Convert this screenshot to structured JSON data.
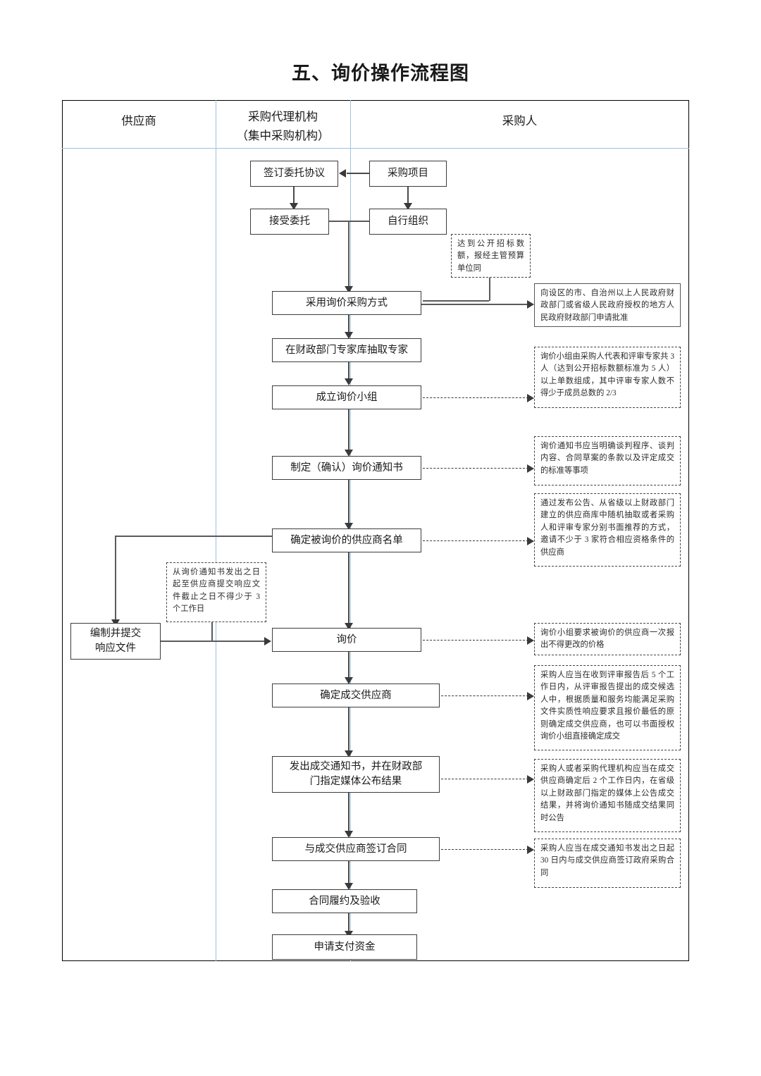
{
  "page": {
    "title": "五、询价操作流程图"
  },
  "lanes": [
    {
      "id": "supplier",
      "label": "供应商",
      "sublabel": ""
    },
    {
      "id": "agency",
      "label": "采购代理机构",
      "sublabel": "（集中采购机构）"
    },
    {
      "id": "purchaser",
      "label": "采购人",
      "sublabel": ""
    }
  ],
  "nodes": {
    "sign_entrust": "签订委托协议",
    "purchase_project": "采购项目",
    "accept_entrust": "接受委托",
    "self_organize": "自行组织",
    "adopt_inquiry": "采用询价采购方式",
    "draw_experts": "在财政部门专家库抽取专家",
    "form_group": "成立询价小组",
    "make_notice": "制定（确认）询价通知书",
    "determine_list": "确定被询价的供应商名单",
    "prepare_response": "编制并提交\n响应文件",
    "prepare_response_l1": "编制并提交",
    "prepare_response_l2": "响应文件",
    "inquiry": "询价",
    "determine_winner": "确定成交供应商",
    "issue_notice_l1": "发出成交通知书，并在财政部",
    "issue_notice_l2": "门指定媒体公布结果",
    "sign_contract": "与成交供应商签订合同",
    "perform_accept": "合同履约及验收",
    "apply_payment": "申请支付资金"
  },
  "notes": {
    "open_tender_amount": "达到公开招标数额，报经主管预算单位同",
    "apply_approval": "向设区的市、自治州以上人民政府财政部门或省级人民政府授权的地方人民政府财政部门申请批准",
    "group_composition": "询价小组由采购人代表和评审专家共 3 人（达到公开招标数额标准为 5 人）以上单数组成，其中评审专家人数不得少于成员总数的 2/3",
    "notice_content": "询价通知书应当明确谈判程序、谈判内容、合同草案的条款以及评定成交的标准等事项",
    "invite_suppliers": "通过发布公告、从省级以上财政部门建立的供应商库中随机抽取或者采购人和评审专家分别书面推荐的方式，邀请不少于 3 家符合相应资格条件的供应商",
    "response_deadline": "从询价通知书发出之日起至供应商提交响应文件截止之日不得少于 3 个工作日",
    "one_time_quote": "询价小组要求被询价的供应商一次报出不得更改的价格",
    "determine_winner_rule": "采购人应当在收到评审报告后 5 个工作日内，从评审报告提出的成交候选人中，根据质量和服务均能满足采购文件实质性响应要求且报价最低的原则确定成交供应商，也可以书面授权询价小组直接确定成交",
    "announce_result": "采购人或者采购代理机构应当在成交供应商确定后 2 个工作日内，在省级以上财政部门指定的媒体上公告成交结果，并将询价通知书随成交结果同时公告",
    "contract_30days": "采购人应当在成交通知书发出之日起 30 日内与成交供应商签订政府采购合同"
  },
  "colors": {
    "frame_border": "#000000",
    "lane_separator": "#9fc3e0",
    "node_border": "#3c3c3c",
    "note_border": "#444444",
    "connector": "#4a4a4a",
    "background": "#ffffff"
  }
}
